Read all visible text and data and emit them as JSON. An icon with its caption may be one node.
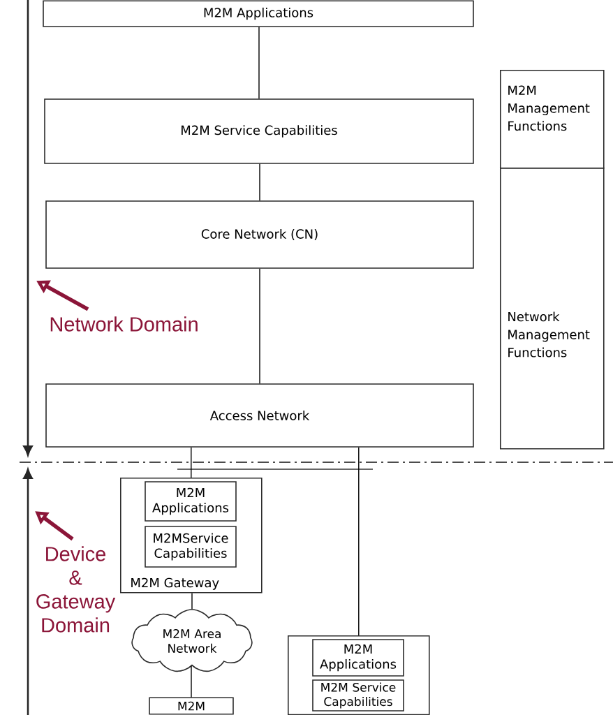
{
  "diagram": {
    "nodes": [
      {
        "text": [
          "M2M Applications"
        ]
      },
      {
        "text": [
          "M2M Service Capabilities"
        ]
      },
      {
        "text": [
          "Core Network (CN)"
        ]
      },
      {
        "text": [
          "Network Domain"
        ]
      },
      {
        "text": [
          "Access Network"
        ]
      },
      {
        "text": [
          "M2M Management Functions"
        ]
      },
      {
        "text": [
          "Network Management Functions"
        ]
      },
      {
        "text": [
          "Device & Gateway Domain"
        ]
      },
      {
        "text": [
          "M2M Gateway"
        ]
      },
      {
        "text": [
          "M2M Applications"
        ],
        "in": 8
      },
      {
        "text": [
          "M2MService Capabilities"
        ],
        "in": 8
      },
      {
        "text": [
          "M2M Area Network"
        ]
      },
      {
        "text": [],
        "shape": "box"
      },
      {
        "text": [
          "M2M Applications"
        ],
        "in": 12
      },
      {
        "text": [
          "M2M Service Capabilities"
        ],
        "in": 12
      },
      {
        "text": [
          "M2M"
        ]
      }
    ],
    "edges": [
      {
        "from": 0,
        "to": 1,
        "arrow": "none"
      },
      {
        "from": 1,
        "to": 2,
        "arrow": "none"
      },
      {
        "from": 2,
        "to": 4,
        "arrow": "none"
      },
      {
        "from": 4,
        "to": 8,
        "arrow": "none"
      },
      {
        "from": 4,
        "to": 12,
        "arrow": "none"
      },
      {
        "from": 8,
        "to": 11,
        "arrow": "none"
      },
      {
        "from": 11,
        "to": 15,
        "arrow": "none"
      },
      {
        "from": 3,
        "to": null,
        "arrow": "to",
        "style": "thick",
        "color": "#8b1538"
      },
      {
        "from": 7,
        "to": null,
        "arrow": "to",
        "style": "thick",
        "color": "#8b1538"
      }
    ]
  }
}
